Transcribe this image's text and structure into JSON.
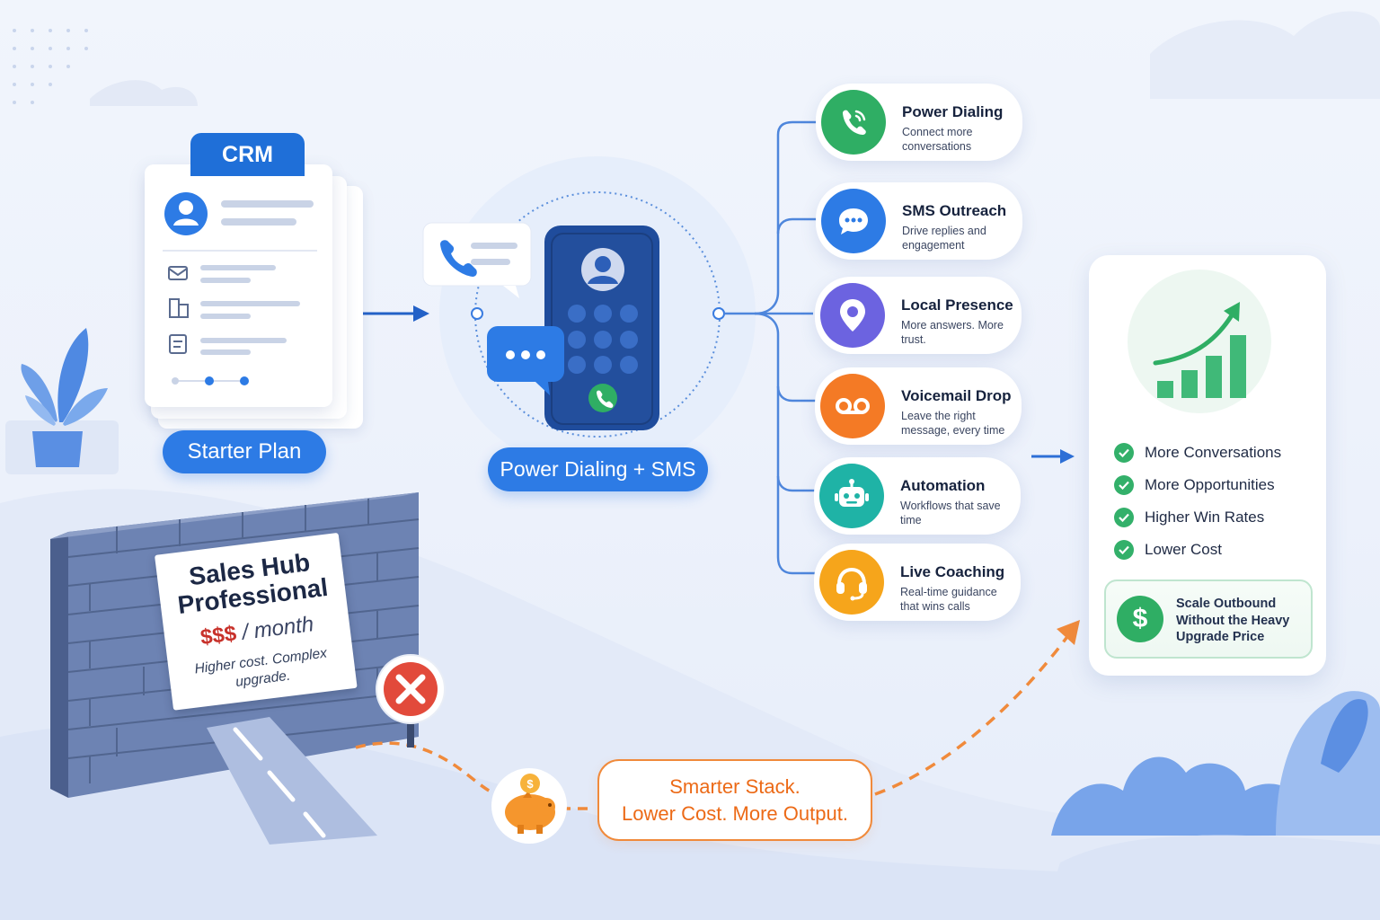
{
  "crm": {
    "tab_label": "CRM",
    "plan_label": "Starter Plan"
  },
  "hub": {
    "label": "Power Dialing + SMS"
  },
  "features": [
    {
      "title": "Power Dialing",
      "desc": "Connect more conversations",
      "icon": "phone-ringing-icon",
      "color": "#2fae64"
    },
    {
      "title": "SMS Outreach",
      "desc": "Drive replies and engagement",
      "icon": "chat-bubble-icon",
      "color": "#2d7be5"
    },
    {
      "title": "Local Presence",
      "desc": "More answers. More trust.",
      "icon": "location-pin-icon",
      "color": "#6c63e0"
    },
    {
      "title": "Voicemail Drop",
      "desc": "Leave the right message, every time",
      "icon": "voicemail-icon",
      "color": "#f47a25"
    },
    {
      "title": "Automation",
      "desc": "Workflows that save time",
      "icon": "robot-icon",
      "color": "#1fb3a6"
    },
    {
      "title": "Live Coaching",
      "desc": "Real-time guidance that wins calls",
      "icon": "headset-icon",
      "color": "#f6a51b"
    }
  ],
  "results": {
    "benefits": [
      "More Conversations",
      "More Opportunities",
      "Higher Win Rates",
      "Lower Cost"
    ],
    "scale_text": "Scale Outbound Without the Heavy Upgrade Price",
    "dollar_symbol": "$"
  },
  "barrier": {
    "title": "Sales Hub Professional",
    "price_symbol": "$$$",
    "price_period": "/ month",
    "note": "Higher cost. Complex upgrade."
  },
  "callout": {
    "line1": "Smarter Stack.",
    "line2": "Lower Cost. More Output."
  },
  "colors": {
    "primary_blue": "#2d7be5",
    "accent_orange": "#f08a3b",
    "success_green": "#2fae64",
    "stop_red": "#e24a3b"
  }
}
